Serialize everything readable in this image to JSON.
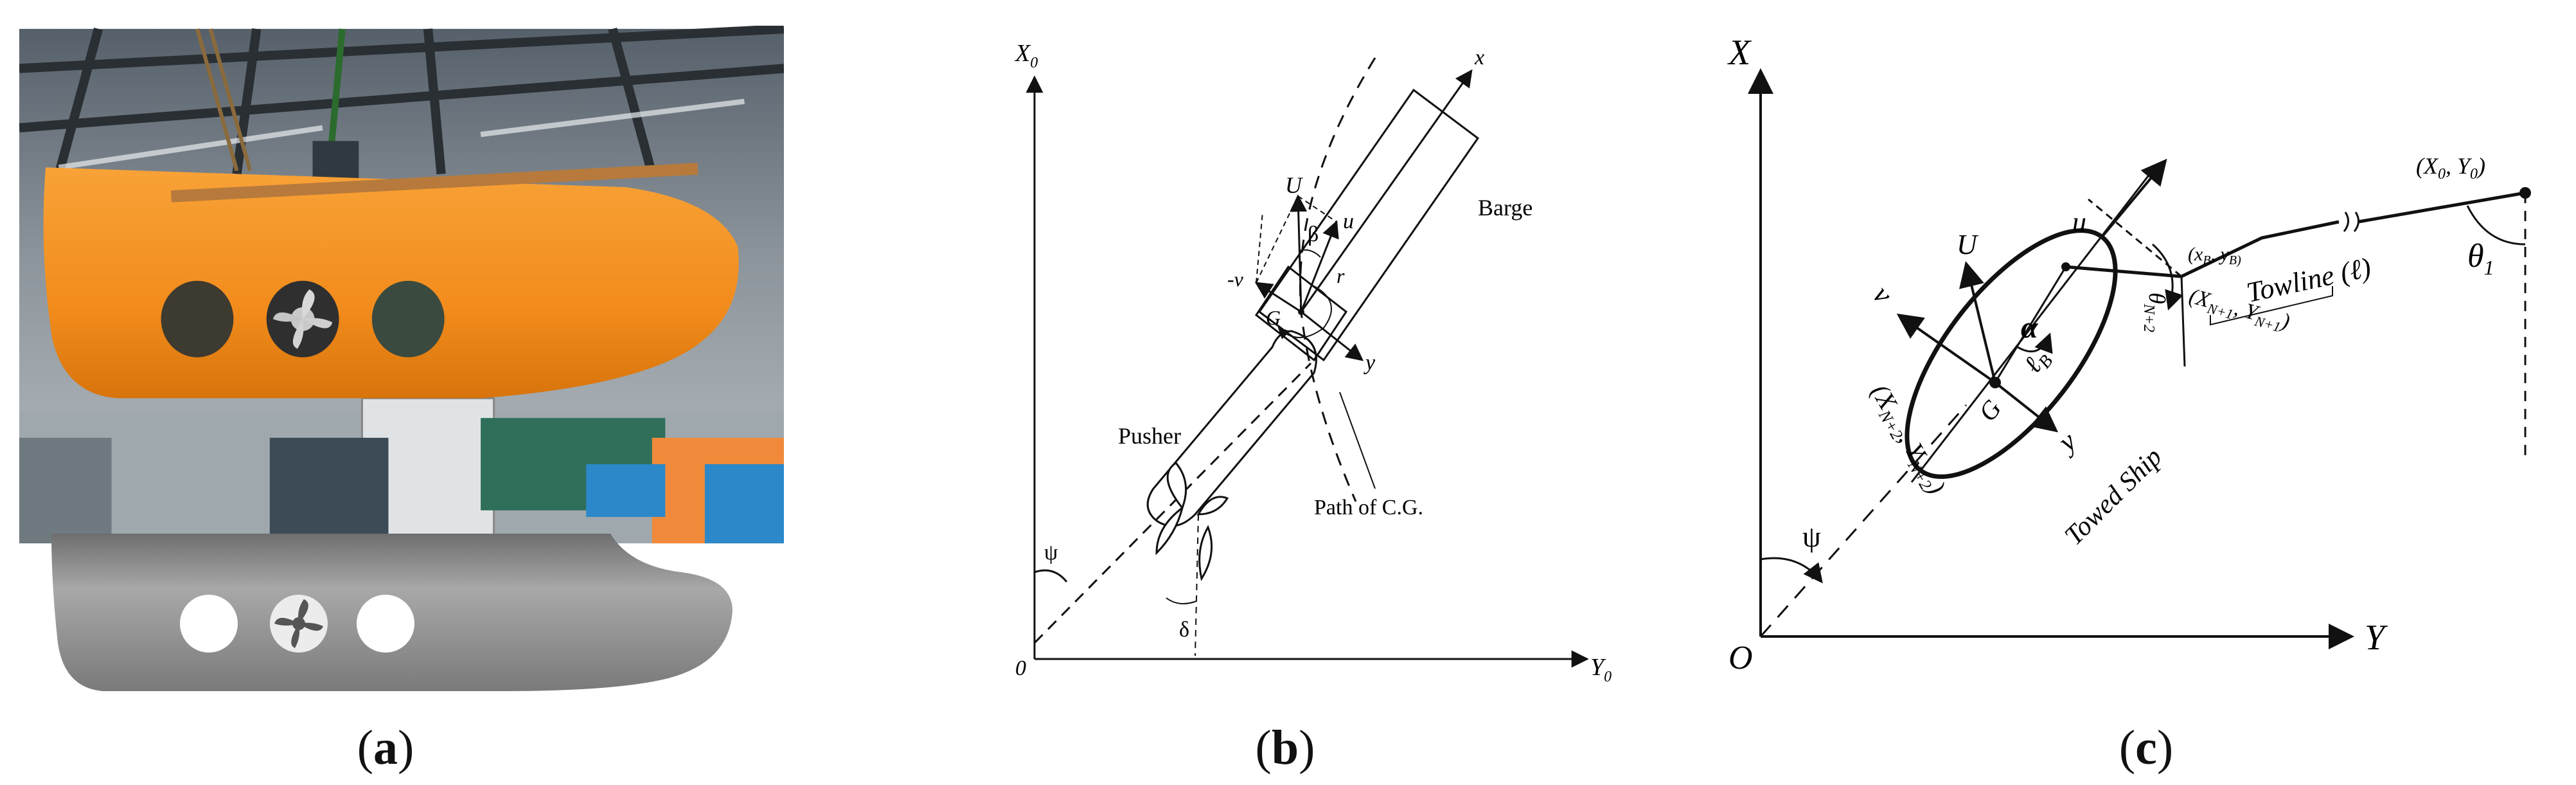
{
  "captions": {
    "a_open": "(",
    "a_letter": "a",
    "a_close": ")",
    "b_open": "(",
    "b_letter": "b",
    "b_close": ")",
    "c_open": "(",
    "c_letter": "c",
    "c_close": ")"
  },
  "panel_b": {
    "axis_x0": "X",
    "axis_x0_sub": "0",
    "axis_y0": "Y",
    "axis_y0_sub": "0",
    "origin": "0",
    "x_axis": "x",
    "y_axis": "y",
    "U": "U",
    "u": "u",
    "minus_v": "-v",
    "beta": "β",
    "r": "r",
    "G": "G",
    "barge": "Barge",
    "pusher": "Pusher",
    "path": "Path of C.G.",
    "psi": "ψ",
    "delta": "δ"
  },
  "panel_c": {
    "X": "X",
    "Y": "Y",
    "O": "O",
    "psi": "ψ",
    "U": "U",
    "u": "u",
    "v": "v",
    "y": "y",
    "G": "G",
    "alpha": "α",
    "lB": "ℓ",
    "lB_sub": "B",
    "xy_b": "(x",
    "xy_b_mid": "B",
    "xy_b_comma": ", y",
    "xy_b_end": "B)",
    "xn1": "(X",
    "xn1_sub": "N+1",
    "xn1_mid": ", Y",
    "xn1_end": ")",
    "xn2": "(X",
    "xn2_sub": "N+2",
    "xn2_mid": ", Y",
    "xn2_end": ")",
    "theta_n2": "θ",
    "theta_n2_sub": "N+2",
    "towline": "Towline (ℓ)",
    "towed_ship": "Towed Ship",
    "x0y0": "(X",
    "x0y0_sub": "0",
    "x0y0_mid": ", Y",
    "x0y0_end": ")",
    "theta1": "θ",
    "theta1_sub": "1"
  },
  "colors": {
    "hull_orange": "#f28c1c",
    "hull_gray": "#8e8e8e",
    "line": "#111111"
  }
}
